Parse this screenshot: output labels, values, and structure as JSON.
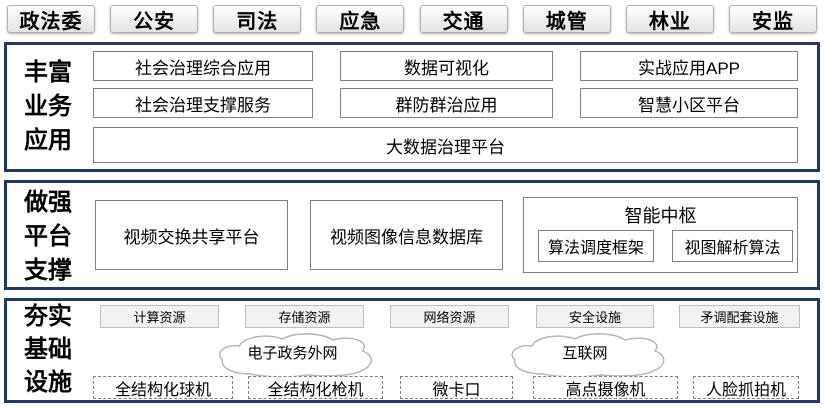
{
  "tabs": [
    "政法委",
    "公安",
    "司法",
    "应急",
    "交通",
    "城管",
    "林业",
    "安监"
  ],
  "business": {
    "title": "丰富\n业务\n应用",
    "b1": "社会治理综合应用",
    "b2": "数据可视化",
    "b3": "实战应用APP",
    "b4": "社会治理支撑服务",
    "b5": "群防群治应用",
    "b6": "智慧小区平台",
    "b7": "大数据治理平台"
  },
  "platform": {
    "title": "做强\n平台\n支撑",
    "b1": "视频交换共享平台",
    "b2": "视频图像信息数据库",
    "hub_title": "智能中枢",
    "hub_b1": "算法调度框架",
    "hub_b2": "视图解析算法"
  },
  "infra": {
    "title": "夯实\n基础\n设施",
    "r1": "计算资源",
    "r2": "存储资源",
    "r3": "网络资源",
    "r4": "安全设施",
    "r5": "矛调配套设施",
    "cloud1": "电子政务外网",
    "cloud2": "互联网",
    "d1": "全结构化球机",
    "d2": "全结构化枪机",
    "d3": "微卡口",
    "d4": "高点摄像机",
    "d5": "人脸抓拍机"
  },
  "colors": {
    "frame_border": "#1f3864",
    "box_border": "#7f7f7f"
  }
}
